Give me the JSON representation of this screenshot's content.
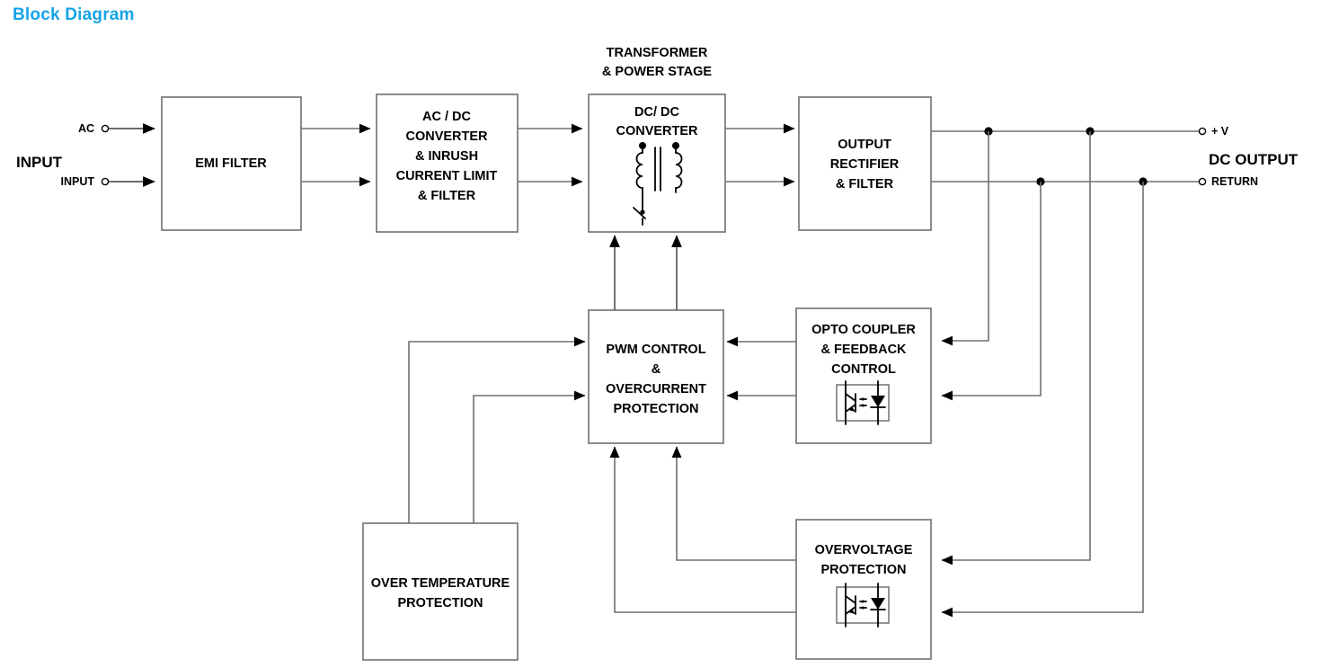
{
  "page": {
    "title": "Block Diagram",
    "title_color": "#17a3e8",
    "background": "#ffffff"
  },
  "diagram": {
    "type": "power-supply-block-diagram",
    "line_color": "#6f7072",
    "text_color": "#000000",
    "blocks": [
      {
        "id": "emi-filter",
        "lines": [
          "EMI FILTER"
        ]
      },
      {
        "id": "ac-dc-converter",
        "lines": [
          "AC / DC",
          "CONVERTER",
          "& INRUSH",
          "CURRENT LIMIT",
          "& FILTER"
        ]
      },
      {
        "id": "dc-dc-converter",
        "lines": [
          "DC/ DC",
          "CONVERTER"
        ]
      },
      {
        "id": "output-rectifier",
        "lines": [
          "OUTPUT",
          "RECTIFIER",
          "& FILTER"
        ]
      },
      {
        "id": "pwm-control",
        "lines": [
          "PWM CONTROL",
          "&",
          "OVERCURRENT",
          "PROTECTION"
        ]
      },
      {
        "id": "opto-coupler",
        "lines": [
          "OPTO COUPLER",
          "& FEEDBACK",
          "CONTROL"
        ]
      },
      {
        "id": "overvoltage",
        "lines": [
          "OVERVOLTAGE",
          "PROTECTION"
        ]
      },
      {
        "id": "over-temperature",
        "lines": [
          "OVER TEMPERATURE",
          "PROTECTION"
        ]
      }
    ],
    "captions": {
      "transformer_stage_line1": "TRANSFORMER",
      "transformer_stage_line2": "& POWER STAGE"
    },
    "input_section": {
      "group_label": "INPUT",
      "terminals": [
        "AC",
        "INPUT"
      ]
    },
    "output_section": {
      "group_label": "DC OUTPUT",
      "terminals": [
        "+ V",
        "RETURN"
      ]
    },
    "symbols": [
      {
        "id": "transformer-symbol",
        "in_block": "dc-dc-converter"
      },
      {
        "id": "optocoupler-symbol",
        "in_block": "opto-coupler"
      },
      {
        "id": "optocoupler-symbol",
        "in_block": "overvoltage"
      }
    ]
  }
}
